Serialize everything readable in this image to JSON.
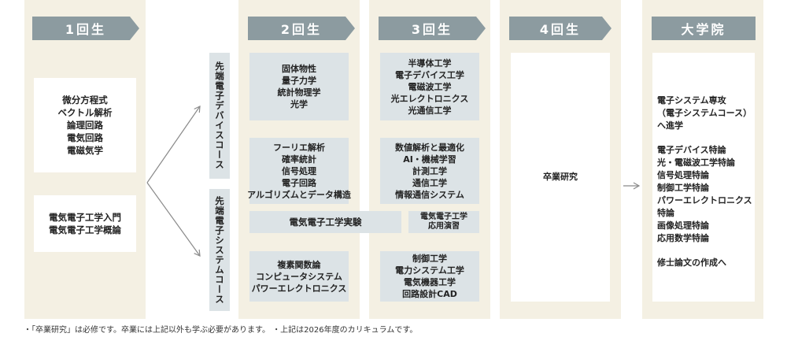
{
  "headers": {
    "year1": "1回生",
    "year2": "2回生",
    "year3": "3回生",
    "year4": "4回生",
    "grad": "大学院"
  },
  "year1": {
    "box1": [
      "微分方程式",
      "ベクトル解析",
      "論理回路",
      "電気回路",
      "電磁気学"
    ],
    "box2": [
      "電気電子工学入門",
      "電気電子工学概論"
    ]
  },
  "tracks": {
    "device": "先端電子デバイスコース",
    "system": "先端電子システムコース"
  },
  "year2": {
    "box1": [
      "固体物性",
      "量子力学",
      "統計物理学",
      "光学"
    ],
    "box2": [
      "フーリエ解析",
      "確率統計",
      "信号処理",
      "電子回路",
      "アルゴリズムとデータ構造"
    ],
    "box3": [
      "複素関数論",
      "コンピュータシステム",
      "パワーエレクトロニクス"
    ]
  },
  "experiment": "電気電子工学実験",
  "exercise": [
    "電気電子工学",
    "応用演習"
  ],
  "year3": {
    "box1": [
      "半導体工学",
      "電子デバイス工学",
      "電磁波工学",
      "光エレクトロニクス",
      "光通信工学"
    ],
    "box2": [
      "数値解析と最適化",
      "AI・機械学習",
      "計測工学",
      "通信工学",
      "情報通信システム"
    ],
    "box3": [
      "制御工学",
      "電力システム工学",
      "電気機器工学",
      "回路設計CAD"
    ]
  },
  "year4": {
    "research": "卒業研究"
  },
  "grad": {
    "intro": [
      "電子システム専攻",
      "（電子システムコース）",
      "へ進学"
    ],
    "subjects": [
      "電子デバイス特論",
      "光・電磁波工学特論",
      "信号処理特論",
      "制御工学特論",
      "パワーエレクトロニクス特論",
      "画像処理特論",
      "応用数学特論"
    ],
    "thesis": "修士論文の作成へ"
  },
  "footnote": "・「卒業研究」は必修です。卒業には上記以外も学ぶ必要があります。 ・上記は2026年度のカリキュラムです。"
}
